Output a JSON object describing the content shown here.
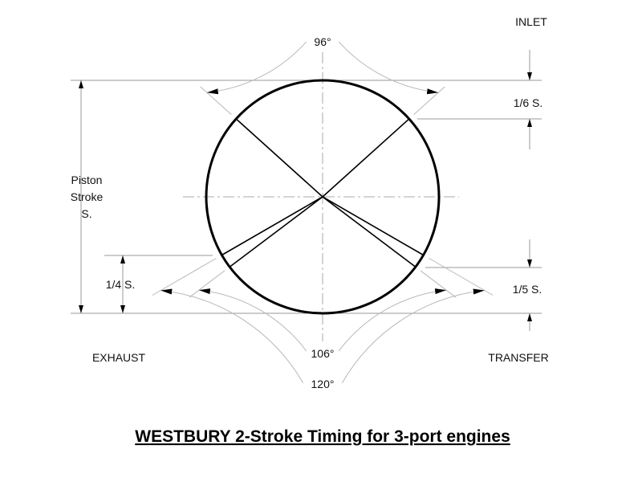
{
  "title": "WESTBURY 2-Stroke Timing for 3-port engines",
  "labels": {
    "inlet": "INLET",
    "exhaust": "EXHAUST",
    "transfer": "TRANSFER",
    "piston_stroke": [
      "Piston",
      "Stroke",
      "S."
    ],
    "inlet_height": "1/6 S.",
    "exhaust_height": "1/4 S.",
    "transfer_height": "1/5 S."
  },
  "angles": {
    "inlet": "96°",
    "transfer": "106°",
    "exhaust": "120°"
  },
  "angle_values": {
    "inlet": 96,
    "transfer": 106,
    "exhaust": 120
  }
}
